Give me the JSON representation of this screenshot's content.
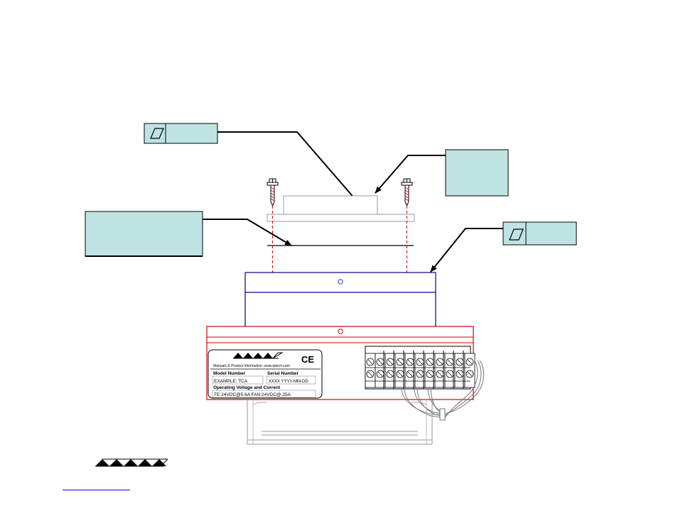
{
  "colors": {
    "callout_fill": "#bfe3e3",
    "heatsink_outline": "#00008b",
    "housing_outline": "#d40000",
    "screw_dash": "#cc0000",
    "link": "#0000ee"
  },
  "callouts": {
    "flatness_top": {
      "icon": "flatness-icon",
      "text": ""
    },
    "flatness_right": {
      "icon": "flatness-icon",
      "text": ""
    },
    "box_upper_right": {
      "text": ""
    },
    "box_left": {
      "text": ""
    }
  },
  "label": {
    "web_line": "Manuals & Product Information: www.tetech.com",
    "ce_mark": "CE",
    "model_heading": "Model Number",
    "model_value": "EXAMPLE: TCA",
    "serial_heading": "Serial Number",
    "serial_value": "XXXX YYYY-MM-DD",
    "voltage_heading": "Operating Voltage and Current",
    "voltage_value": "TE:24VDC@5.6A  FAN:24VDC@.25A"
  },
  "footer": {
    "link_text": ""
  }
}
